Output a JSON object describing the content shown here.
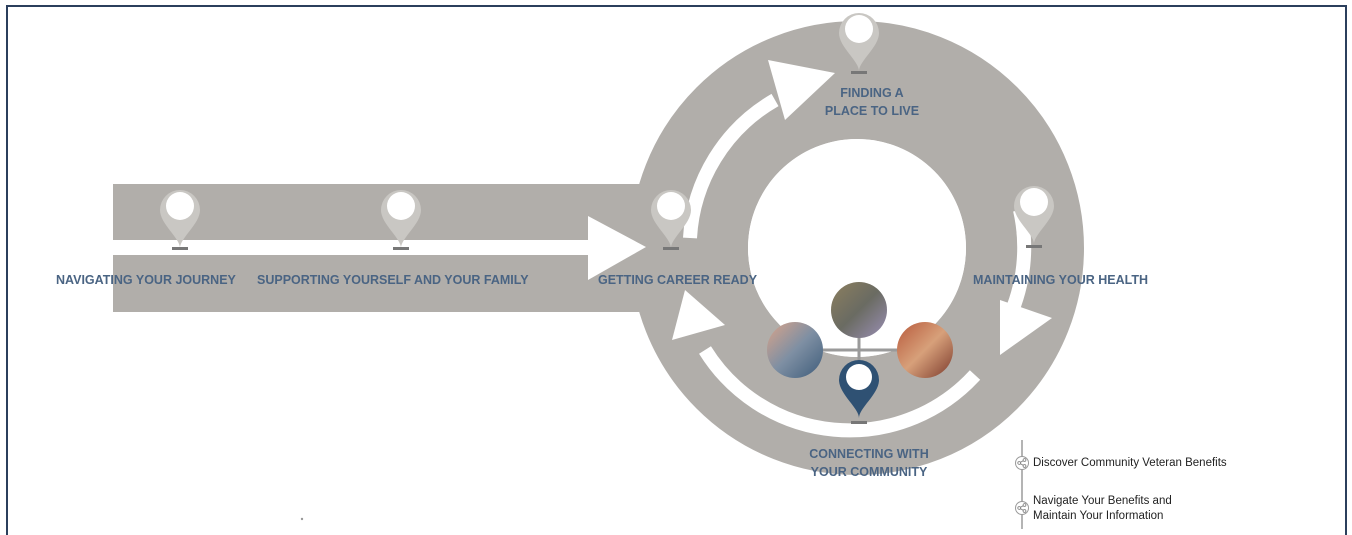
{
  "stages": {
    "navigating": "NAVIGATING YOUR JOURNEY",
    "supporting": "SUPPORTING YOURSELF AND YOUR FAMILY",
    "career": "GETTING CAREER READY",
    "place_line1": "FINDING A",
    "place_line2": "PLACE TO LIVE",
    "health": "MAINTAINING YOUR HEALTH",
    "community_line1": "CONNECTING WITH",
    "community_line2": "YOUR COMMUNITY"
  },
  "links": {
    "discover": "Discover Community Veteran Benefits",
    "navigate_line1": "Navigate Your Benefits and",
    "navigate_line2": "Maintain Your Information"
  },
  "icons": {
    "map_pin": "map-pin-icon",
    "share": "share-icon"
  },
  "colors": {
    "road": "#b1aeaa",
    "label": "#4a6483",
    "active_pin": "#2f5173",
    "frame": "#2b3f5c"
  }
}
